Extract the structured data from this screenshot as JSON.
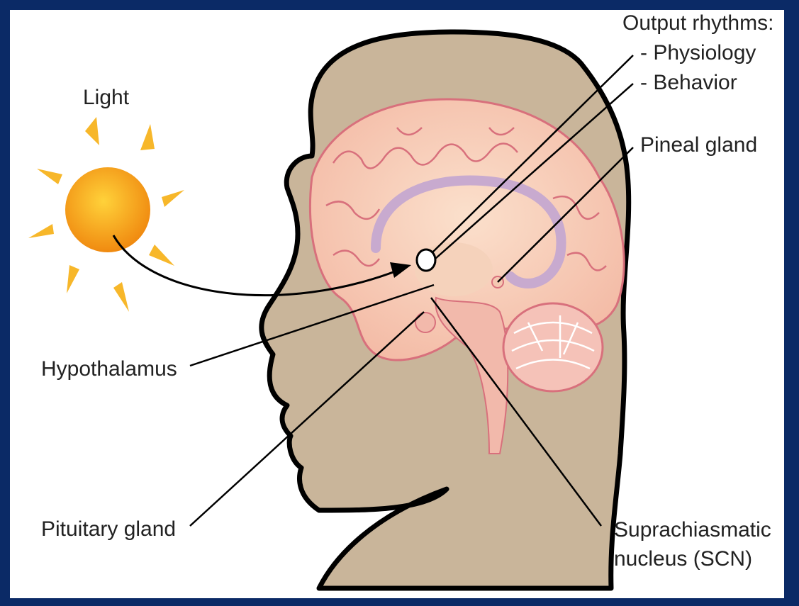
{
  "labels": {
    "light": "Light",
    "output_rhythms": "Output rhythms:",
    "physiology": "- Physiology",
    "behavior": "- Behavior",
    "pineal_gland": "Pineal gland",
    "hypothalamus": "Hypothalamus",
    "pituitary_gland": "Pituitary gland",
    "scn_line1": "Suprachiasmatic",
    "scn_line2": "nucleus (SCN)"
  },
  "colors": {
    "frame": "#0b2a66",
    "head": "#c9b59a",
    "brain": "#f7ccb4",
    "brain_outline": "#d8707c",
    "sun": "#f4a21a",
    "ray": "#f7b72a"
  }
}
